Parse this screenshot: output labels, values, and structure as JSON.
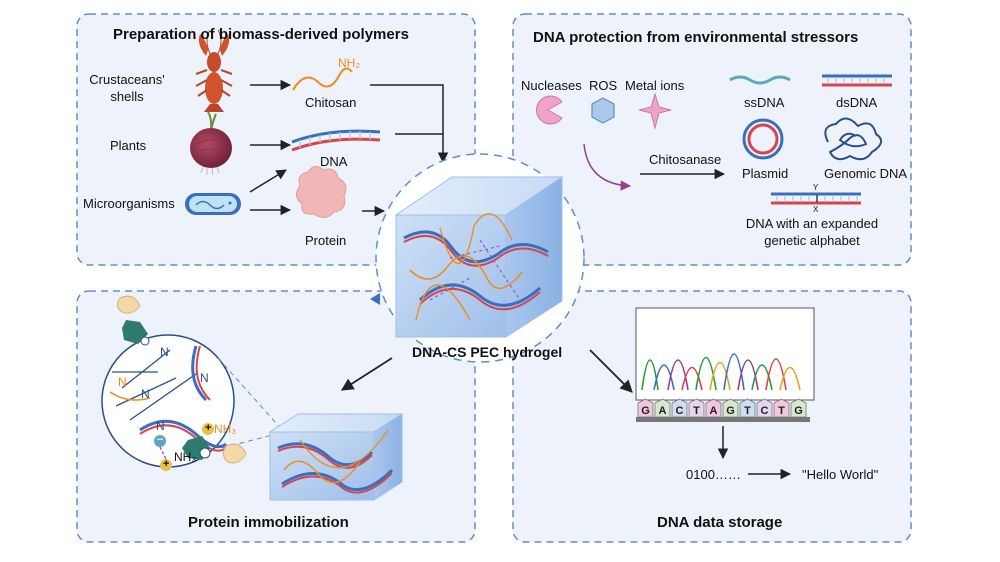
{
  "panels": {
    "prep": {
      "title": "Preparation of biomass-derived polymers",
      "sources": {
        "crustaceans_line1": "Crustaceans'",
        "crustaceans_line2": "shells",
        "plants": "Plants",
        "microorganisms": "Microorganisms"
      },
      "products": {
        "chitosan": "Chitosan",
        "nh2": "NH₂",
        "dna": "DNA",
        "protein": "Protein"
      }
    },
    "protection": {
      "title": "DNA protection from environmental stressors",
      "stressors": [
        "Nucleases",
        "ROS",
        "Metal ions"
      ],
      "enzyme": "Chitosanase",
      "dna_types": {
        "ssdna": "ssDNA",
        "dsdna": "dsDNA",
        "plasmid": "Plasmid",
        "genomic": "Genomic DNA",
        "expanded_line1": "DNA with an expanded",
        "expanded_line2": "genetic alphabet",
        "base_y": "Y",
        "base_x": "X"
      }
    },
    "center": {
      "label": "DNA-CS PEC hydrogel"
    },
    "immobilization": {
      "title": "Protein immobilization",
      "n_labels": [
        "N",
        "N",
        "N",
        "N",
        "N"
      ],
      "nh3_a": "NH₃",
      "nh3_b": "NH₃",
      "plus": "+",
      "minus": "−"
    },
    "storage": {
      "title": "DNA data storage",
      "bases": [
        "G",
        "A",
        "C",
        "T",
        "A",
        "G",
        "T",
        "C",
        "T",
        "G"
      ],
      "binary": "0100……",
      "message": "\"Hello World\""
    }
  },
  "colors": {
    "panel_fill": "#eef3fb",
    "panel_border": "#5b8fd0",
    "chitosan": "#f08c1e",
    "dna_blue": "#3a6fbf",
    "dna_red": "#d9444a",
    "gel_blue": "#a9c6ee",
    "protein_pink": "#f2b6b6",
    "arrow": "#222222",
    "accent_purple": "#9b3e8e",
    "nuclease": "#f0a3c9",
    "ros": "#a9c8ea",
    "metal": "#f0a3c9"
  }
}
